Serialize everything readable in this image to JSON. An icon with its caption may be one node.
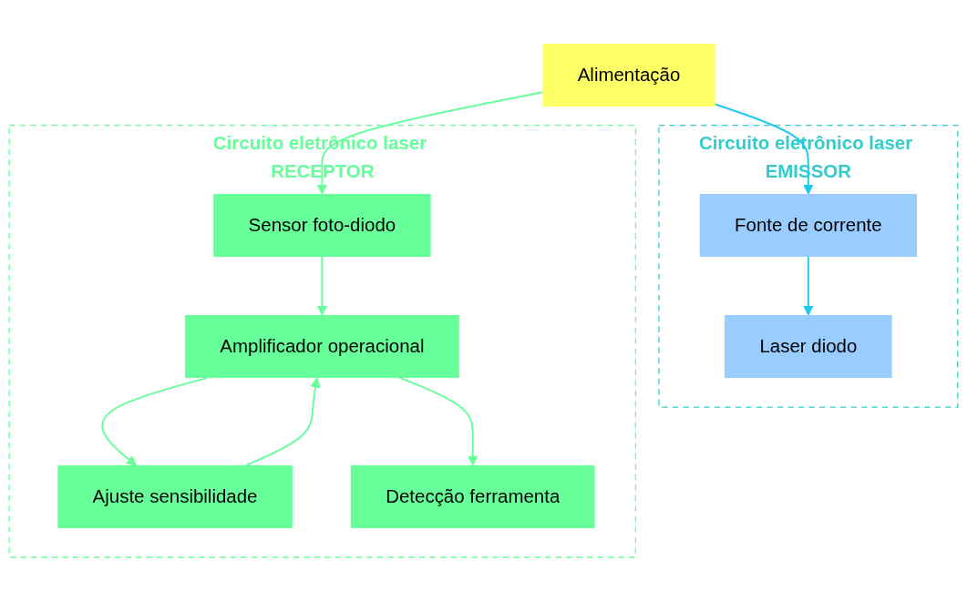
{
  "diagram": {
    "nodes": [
      {
        "text": [
          "Alimentação"
        ]
      },
      {
        "text": [
          "Circuito eletrônico laser EMISSOR"
        ]
      },
      {
        "text": [
          "Fonte de corrente"
        ],
        "in": 1
      },
      {
        "text": [
          "Laser diodo"
        ],
        "in": 1
      },
      {
        "text": [
          "Circuito eletrônico laser RECEPTOR"
        ]
      },
      {
        "text": [
          "Sensor foto-diodo"
        ],
        "in": 4
      },
      {
        "text": [
          "Amplificador operacional"
        ],
        "in": 4
      },
      {
        "text": [
          "Ajuste sensibilidade"
        ],
        "in": 4
      },
      {
        "text": [
          "Detecção ferramenta"
        ],
        "in": 4
      }
    ],
    "edges": [
      {
        "from": 0,
        "to": 2,
        "arrow": "to",
        "color": "#1ec8f0"
      },
      {
        "from": 0,
        "to": 5,
        "arrow": "to"
      },
      {
        "from": 2,
        "to": 3,
        "arrow": "to",
        "color": "#1ec8f0"
      },
      {
        "from": 5,
        "to": 6,
        "arrow": "to"
      },
      {
        "from": 6,
        "to": 7,
        "arrow": "to"
      },
      {
        "from": 7,
        "to": 6,
        "arrow": "to"
      },
      {
        "from": 6,
        "to": 8,
        "arrow": "to"
      }
    ]
  }
}
